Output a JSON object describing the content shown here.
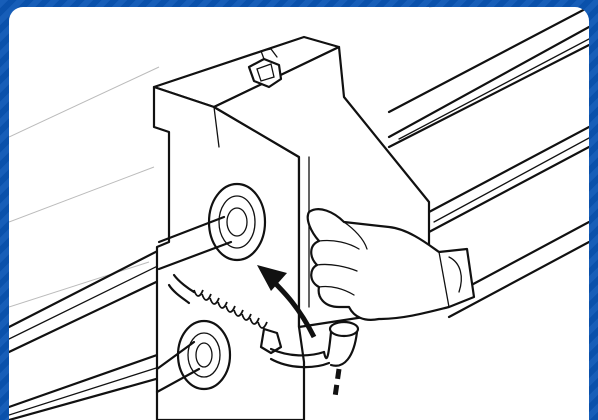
{
  "figure": {
    "frame_color": "#0b55b4",
    "background": "#ffffff",
    "line_color": "#111111",
    "icons": [
      "curved-arrow-icon",
      "hand",
      "spring-hose",
      "latch-clip",
      "rollers"
    ]
  }
}
